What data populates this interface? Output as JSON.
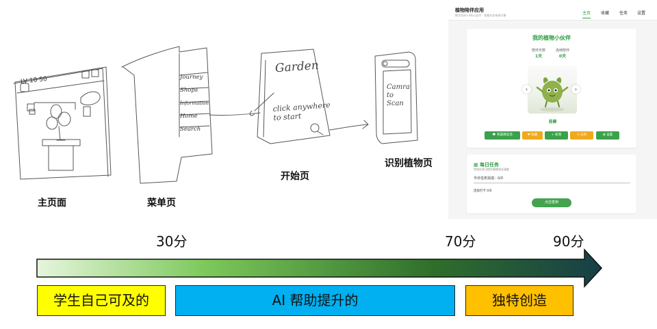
{
  "sketches": {
    "home_caption": "主页面",
    "menu_caption": "菜单页",
    "start_caption": "开始页",
    "identify_caption": "识别植物页",
    "home_toolbar_text": "LV 10 50",
    "menu_items": [
      "Journey",
      "Shops",
      "Information",
      "Home",
      "Search"
    ],
    "start_title": "Garden",
    "start_hint_1": "click anywhere",
    "start_hint_2": "to start",
    "camera_text_1": "Camra",
    "camera_text_2": "to",
    "camera_text_3": "Scan"
  },
  "app": {
    "title": "植物陪伴应用",
    "subtitle": "数字空间1-4的公园手 · 智能任务系统引擎",
    "nav": [
      "主页",
      "收藏",
      "任务",
      "设置"
    ],
    "active_nav_index": 0,
    "companion": {
      "heading": "我的植物小伙伴",
      "days_label": "陪伴天数",
      "days_value": "1天",
      "streak_label": "连续陪伴",
      "streak_value": "0天",
      "plant_name": "苔藓",
      "prev_icon": "chevron-left-icon",
      "next_icon": "chevron-right-icon"
    },
    "actions": [
      {
        "icon": "chat-icon",
        "glyph": "💬",
        "label": "和苔藓说话",
        "color": "#3aa24a"
      },
      {
        "icon": "heart-icon",
        "glyph": "♥",
        "label": "收藏",
        "color": "#f0a91d"
      },
      {
        "icon": "plus-icon",
        "glyph": "+",
        "label": "新增",
        "color": "#3aa24a"
      },
      {
        "icon": "list-icon",
        "glyph": "☷",
        "label": "任务",
        "color": "#f0a91d"
      },
      {
        "icon": "gear-icon",
        "glyph": "✿",
        "label": "设置",
        "color": "#3aa24a"
      }
    ],
    "tasks": {
      "icon": "calendar-icon",
      "title": "每日任务",
      "subtitle": "完成任务可提升植物成长速度",
      "progress_text": "今日任务完成：0/0",
      "progress_fraction": 0,
      "streak_text": "连续打卡 0天",
      "checkin_label": "点击签到"
    }
  },
  "scale": {
    "marks": [
      "30分",
      "70分",
      "90分"
    ],
    "bands": [
      {
        "label": "学生自己可及的",
        "color": "#ffff00"
      },
      {
        "label": "AI 帮助提升的",
        "color": "#00b0f0"
      },
      {
        "label": "独特创造",
        "color": "#ffc000"
      }
    ],
    "arrow_colors": [
      "#e6f6dc",
      "#7cc85a",
      "#2f6f2a",
      "#173f48"
    ]
  }
}
